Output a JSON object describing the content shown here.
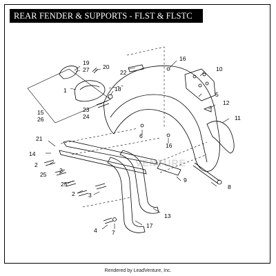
{
  "title": "REAR FENDER & SUPPORTS - FLST & FLSTC",
  "footer": "Rendered by LeadVenture, Inc.",
  "watermark": "VENTURE",
  "callouts": [
    "19",
    "27",
    "20",
    "22",
    "16",
    "10",
    "1",
    "18",
    "5",
    "12",
    "11",
    "15",
    "26",
    "23",
    "24",
    "6",
    "16",
    "21",
    "14",
    "2",
    "25",
    "2",
    "25",
    "2",
    "3",
    "9",
    "8",
    "13",
    "17",
    "4",
    "7"
  ]
}
